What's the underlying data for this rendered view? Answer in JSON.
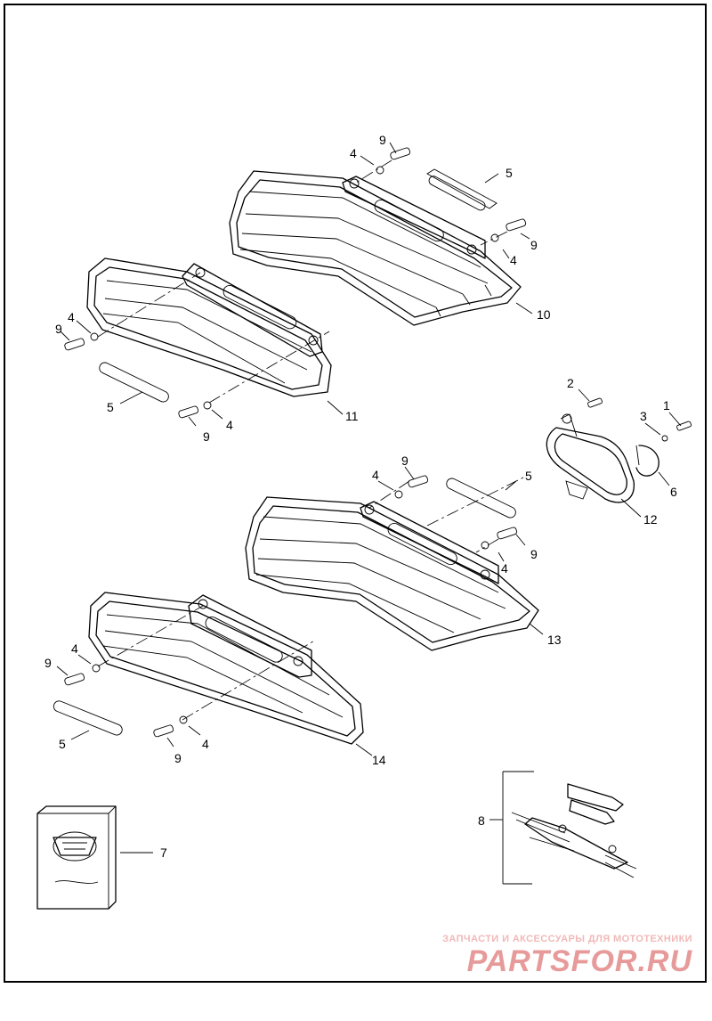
{
  "callouts": {
    "c1": "1",
    "c2": "2",
    "c3": "3",
    "c4": "4",
    "c5": "5",
    "c6": "6",
    "c7": "7",
    "c8": "8",
    "c9": "9",
    "c10": "10",
    "c11": "11",
    "c12": "12",
    "c13": "13",
    "c14": "14"
  },
  "watermark": {
    "tagline": "ЗАПЧАСТИ И АКСЕССУАРЫ ДЛЯ МОТОТЕХНИКИ",
    "brand": "PARTSFOR.RU"
  },
  "colors": {
    "line": "#000000",
    "watermark": "#e79a9a"
  }
}
